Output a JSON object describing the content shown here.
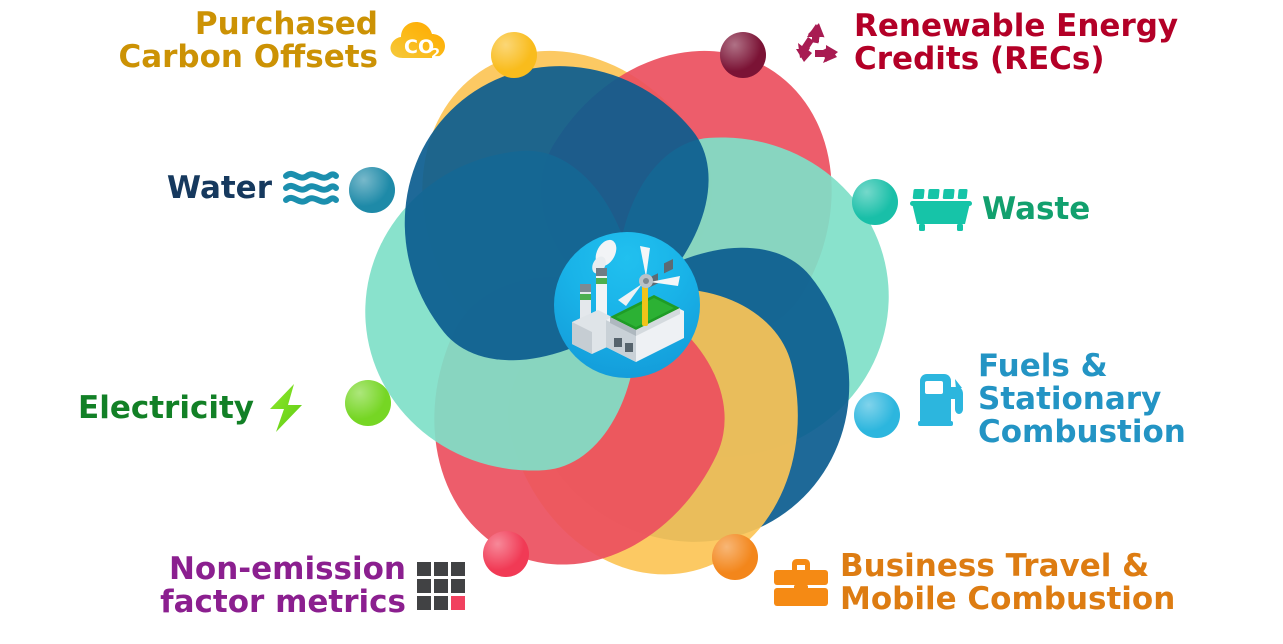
{
  "diagram": {
    "title": "Sustainability data categories flower diagram",
    "center": {
      "icon": "factory-wind-turbine-icon",
      "background_color": "#19b3e8"
    },
    "petals": [
      {
        "key": "purchased_carbon_offsets",
        "color": "#fcc555",
        "dot_color": "#f9bc1c",
        "angle": -30
      },
      {
        "key": "renewable_energy_credits",
        "color": "#ec4f5e",
        "dot_color": "#7b1335",
        "angle": 30
      },
      {
        "key": "waste",
        "color": "#7fe0c8",
        "dot_color": "#19bfa8",
        "angle": 85
      },
      {
        "key": "fuels_stationary",
        "color": "#0a5c8f",
        "dot_color": "#2cb6de",
        "angle": 140
      },
      {
        "key": "business_travel",
        "color": "#fcc555",
        "dot_color": "#f3861b",
        "angle": 165
      },
      {
        "key": "non_emission_metrics",
        "color": "#ec4f5e",
        "dot_color": "#f13a55",
        "angle": 205
      },
      {
        "key": "electricity",
        "color": "#7fe0c8",
        "dot_color": "#76d624",
        "angle": 265
      },
      {
        "key": "water",
        "color": "#0a5c8f",
        "dot_color": "#1e8aa8",
        "angle": 320
      }
    ],
    "labels": {
      "purchased_carbon_offsets": {
        "text": "Purchased\nCarbon Offsets",
        "color": "#cc9204",
        "icon": "co2-cloud-icon",
        "icon_label": "CO2"
      },
      "renewable_energy_credits": {
        "text": "Renewable Energy\nCredits (RECs)",
        "color": "#b30027",
        "icon": "recycle-icon"
      },
      "water": {
        "text": "Water",
        "color": "#16395e",
        "icon": "water-waves-icon"
      },
      "waste": {
        "text": "Waste",
        "color": "#12a06e",
        "icon": "dumpster-icon"
      },
      "electricity": {
        "text": "Electricity",
        "color": "#128026",
        "icon": "lightning-bolt-icon"
      },
      "fuels_stationary": {
        "text": "Fuels &\nStationary\nCombustion",
        "color": "#2394c4",
        "icon": "fuel-pump-icon"
      },
      "non_emission_metrics": {
        "text": "Non-emission\nfactor metrics",
        "color": "#8b1f8f",
        "icon": "grid-squares-icon"
      },
      "business_travel": {
        "text": "Business Travel &\nMobile Combustion",
        "color": "#dd7c12",
        "icon": "briefcase-icon"
      }
    }
  }
}
